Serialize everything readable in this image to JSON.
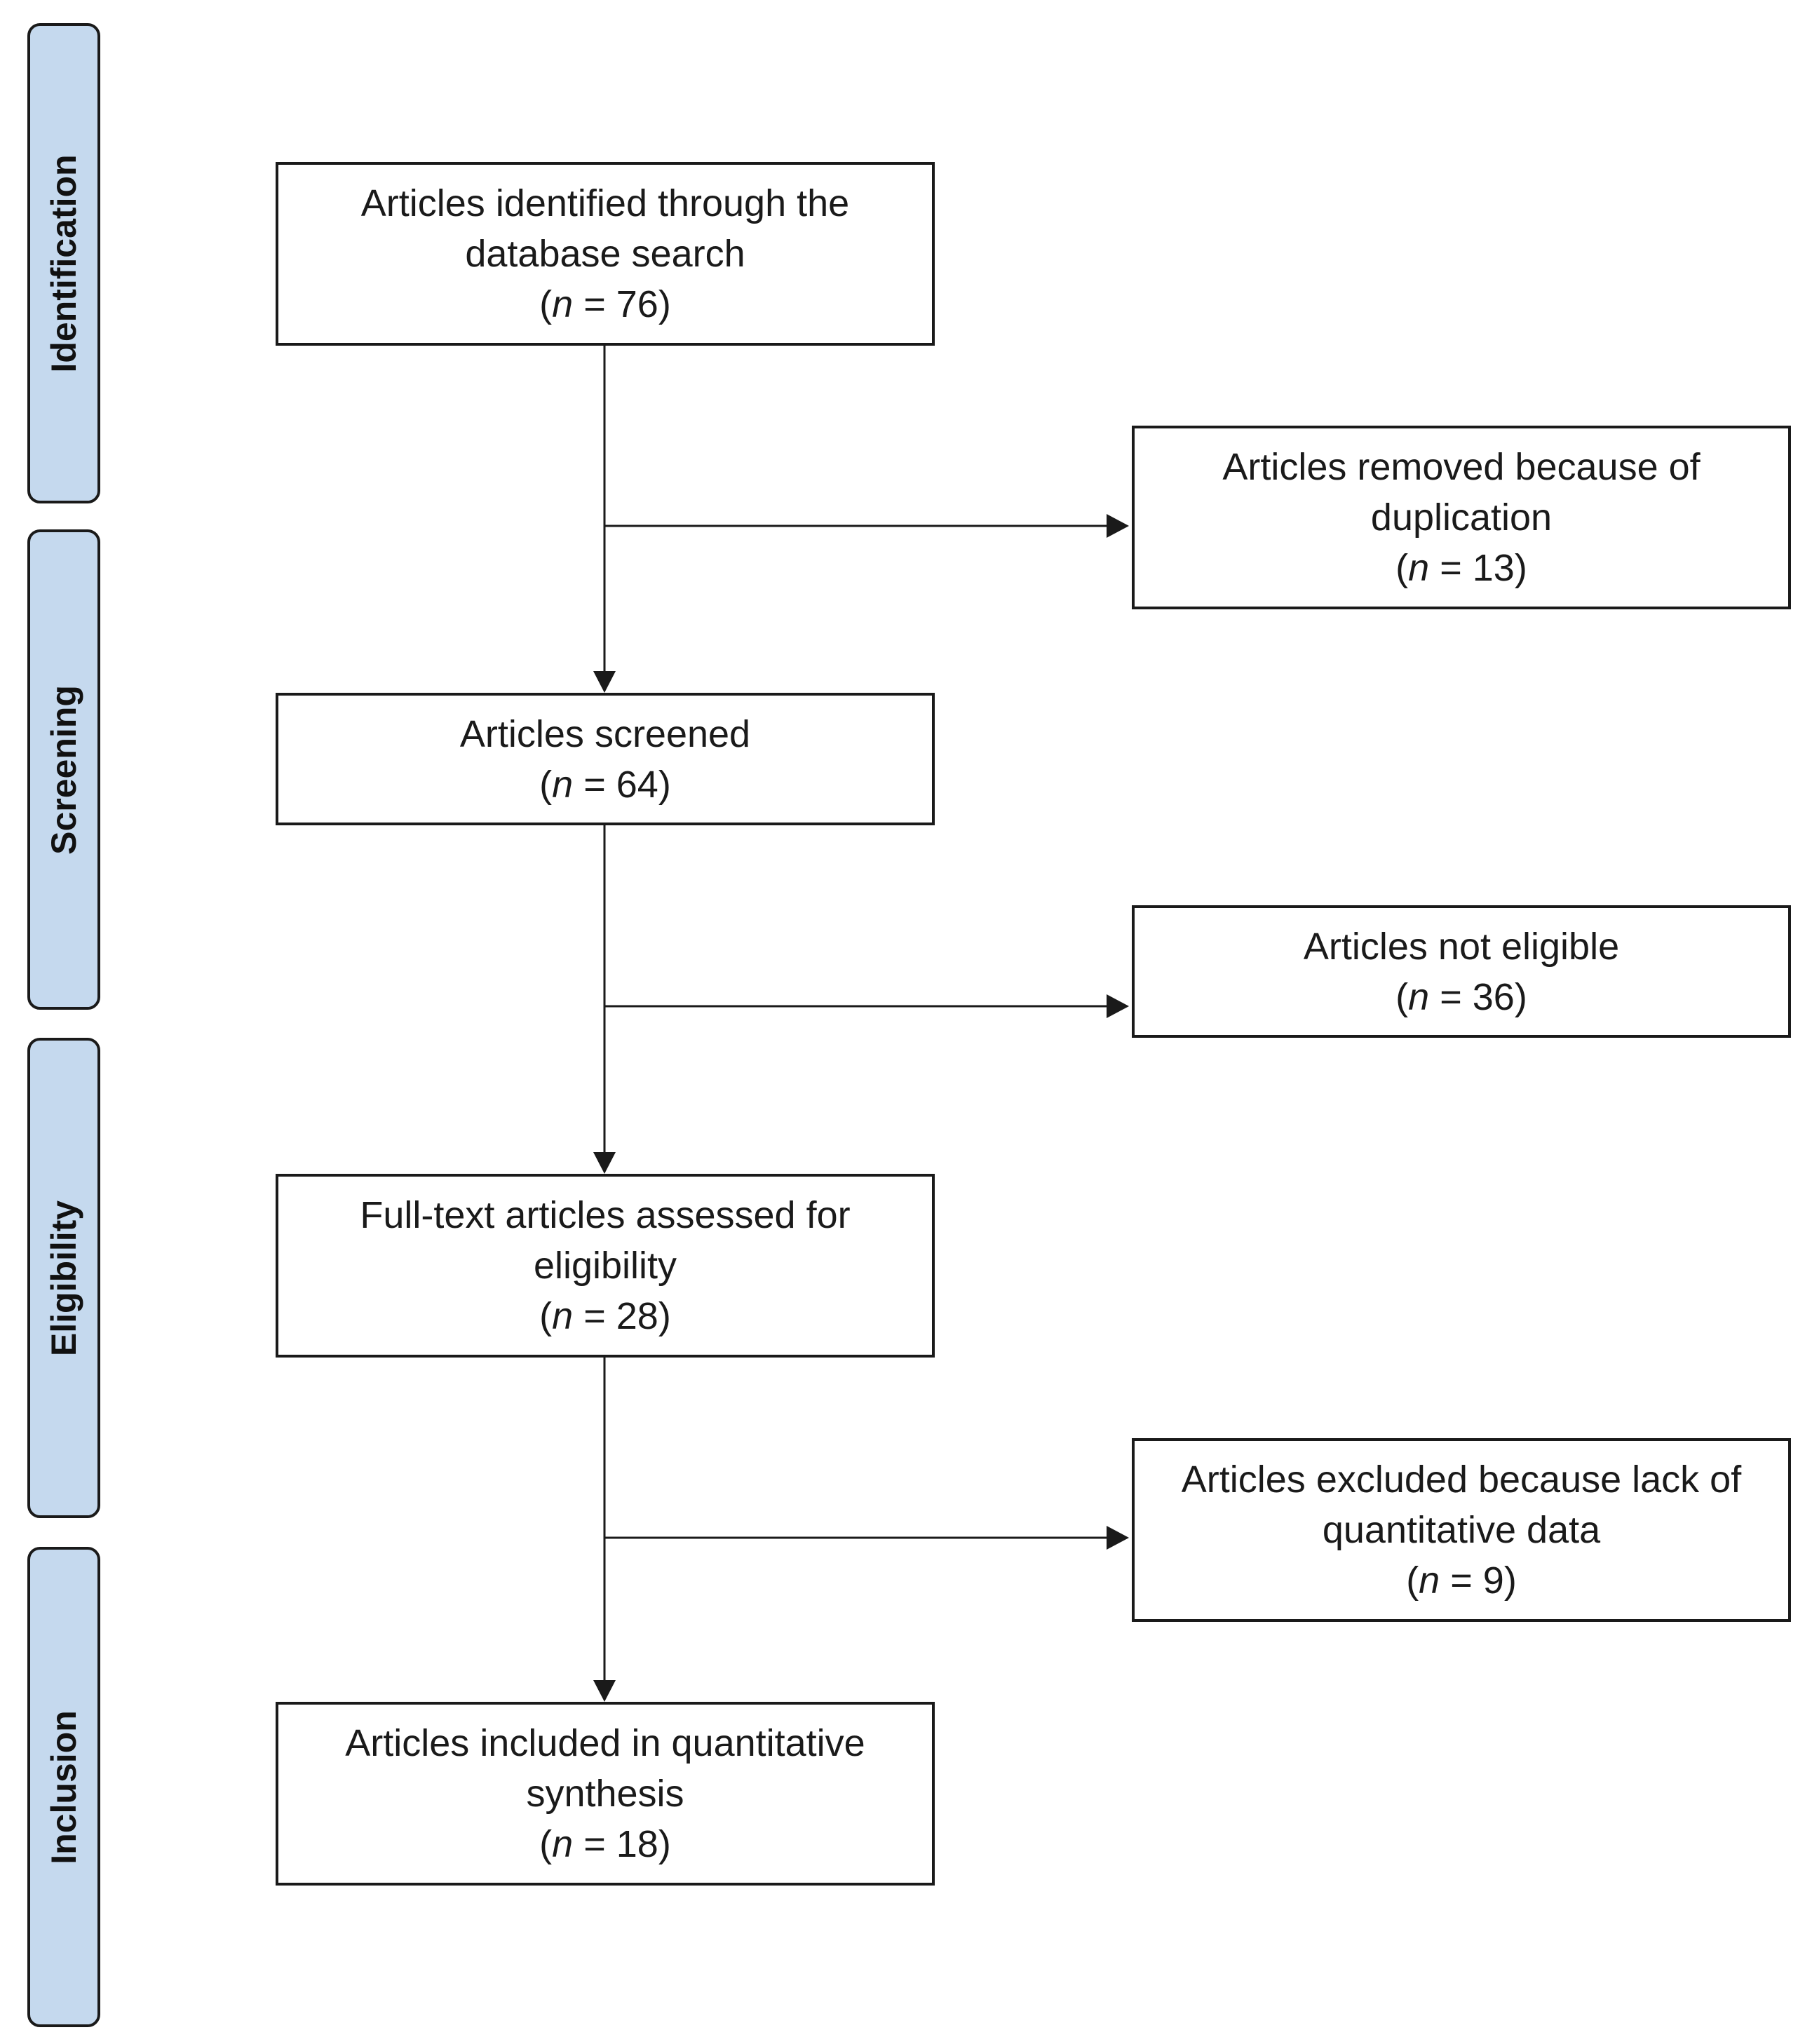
{
  "phases": {
    "identification": "Identification",
    "screening": "Screening",
    "eligibility": "Eligibility",
    "inclusion": "Inclusion"
  },
  "boxes": {
    "identified": {
      "text": "Articles identified through the database search",
      "n_var": "n",
      "n_value": "76"
    },
    "duplicates_removed": {
      "text": "Articles removed because of duplication",
      "n_var": "n",
      "n_value": "13"
    },
    "screened": {
      "text": "Articles screened",
      "n_var": "n",
      "n_value": "64"
    },
    "not_eligible": {
      "text": "Articles not eligible",
      "n_var": "n",
      "n_value": "36"
    },
    "fulltext_assessed": {
      "text": "Full-text articles assessed for eligibility",
      "n_var": "n",
      "n_value": "28"
    },
    "excluded_no_quant": {
      "text": "Articles excluded because lack of quantitative data",
      "n_var": "n",
      "n_value": "9"
    },
    "included": {
      "text": "Articles included in quantitative synthesis",
      "n_var": "n",
      "n_value": "18"
    }
  },
  "colors": {
    "phase_fill": "#c5d9ee",
    "stroke": "#1a1a1a"
  }
}
